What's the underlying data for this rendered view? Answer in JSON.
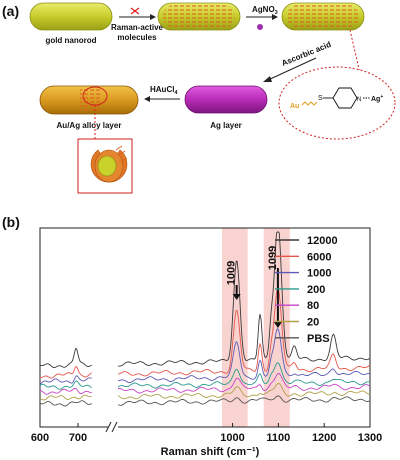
{
  "panel_a": {
    "label": "(a)",
    "step1_below": "gold nanorod",
    "step1_arrow_label": "Raman-active molecules",
    "step2_arrow_label": "AgNO",
    "step2_arrow_sub": "3",
    "step3_arrow_label": "Ascorbic acid",
    "molecule_au": "Au",
    "molecule_ag": "Ag",
    "molecule_ag_sup": "+",
    "ag_layer_label": "Ag layer",
    "haucl_label": "HAuCl",
    "haucl_sub": "4",
    "alloy_label": "Au/Ag alloy layer"
  },
  "panel_b": {
    "label": "(b)",
    "chart_data": {
      "type": "line",
      "xlabel": "Raman shift (cm⁻¹)",
      "ylabel": "",
      "x_ticks": [
        "600",
        "700",
        "1000",
        "1100",
        "1200",
        "1300"
      ],
      "x_break": "between 725 and 750 cm-1",
      "series": [
        {
          "name": "12000",
          "color": "#3a3a3a"
        },
        {
          "name": "6000",
          "color": "#e2574c"
        },
        {
          "name": "1000",
          "color": "#5b5bb5"
        },
        {
          "name": "200",
          "color": "#2a9a8c"
        },
        {
          "name": "80",
          "color": "#c744c7"
        },
        {
          "name": "20",
          "color": "#b0a04a"
        },
        {
          "name": "PBS",
          "color": "#555555"
        }
      ],
      "peaks": [
        {
          "label": "1009",
          "x": 1009
        },
        {
          "label": "1099",
          "x": 1099
        }
      ],
      "highlight_bands": [
        [
          977,
          1033
        ],
        [
          1068,
          1125
        ]
      ]
    }
  }
}
